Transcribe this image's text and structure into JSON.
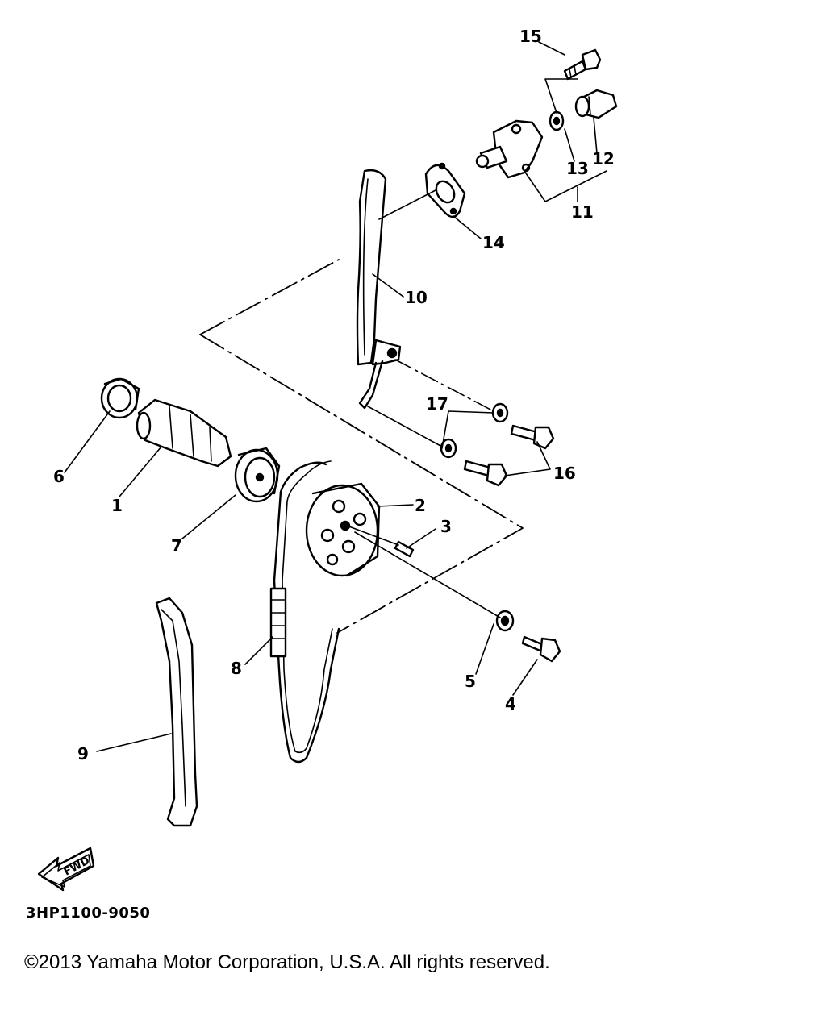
{
  "callouts": [
    "1",
    "2",
    "3",
    "4",
    "5",
    "6",
    "7",
    "8",
    "9",
    "10",
    "11",
    "12",
    "13",
    "14",
    "15",
    "16",
    "17"
  ],
  "direction_label": "FWD",
  "diagram_code": "3HP1100-9050",
  "copyright": "©2013 Yamaha Motor Corporation, U.S.A. All rights reserved."
}
